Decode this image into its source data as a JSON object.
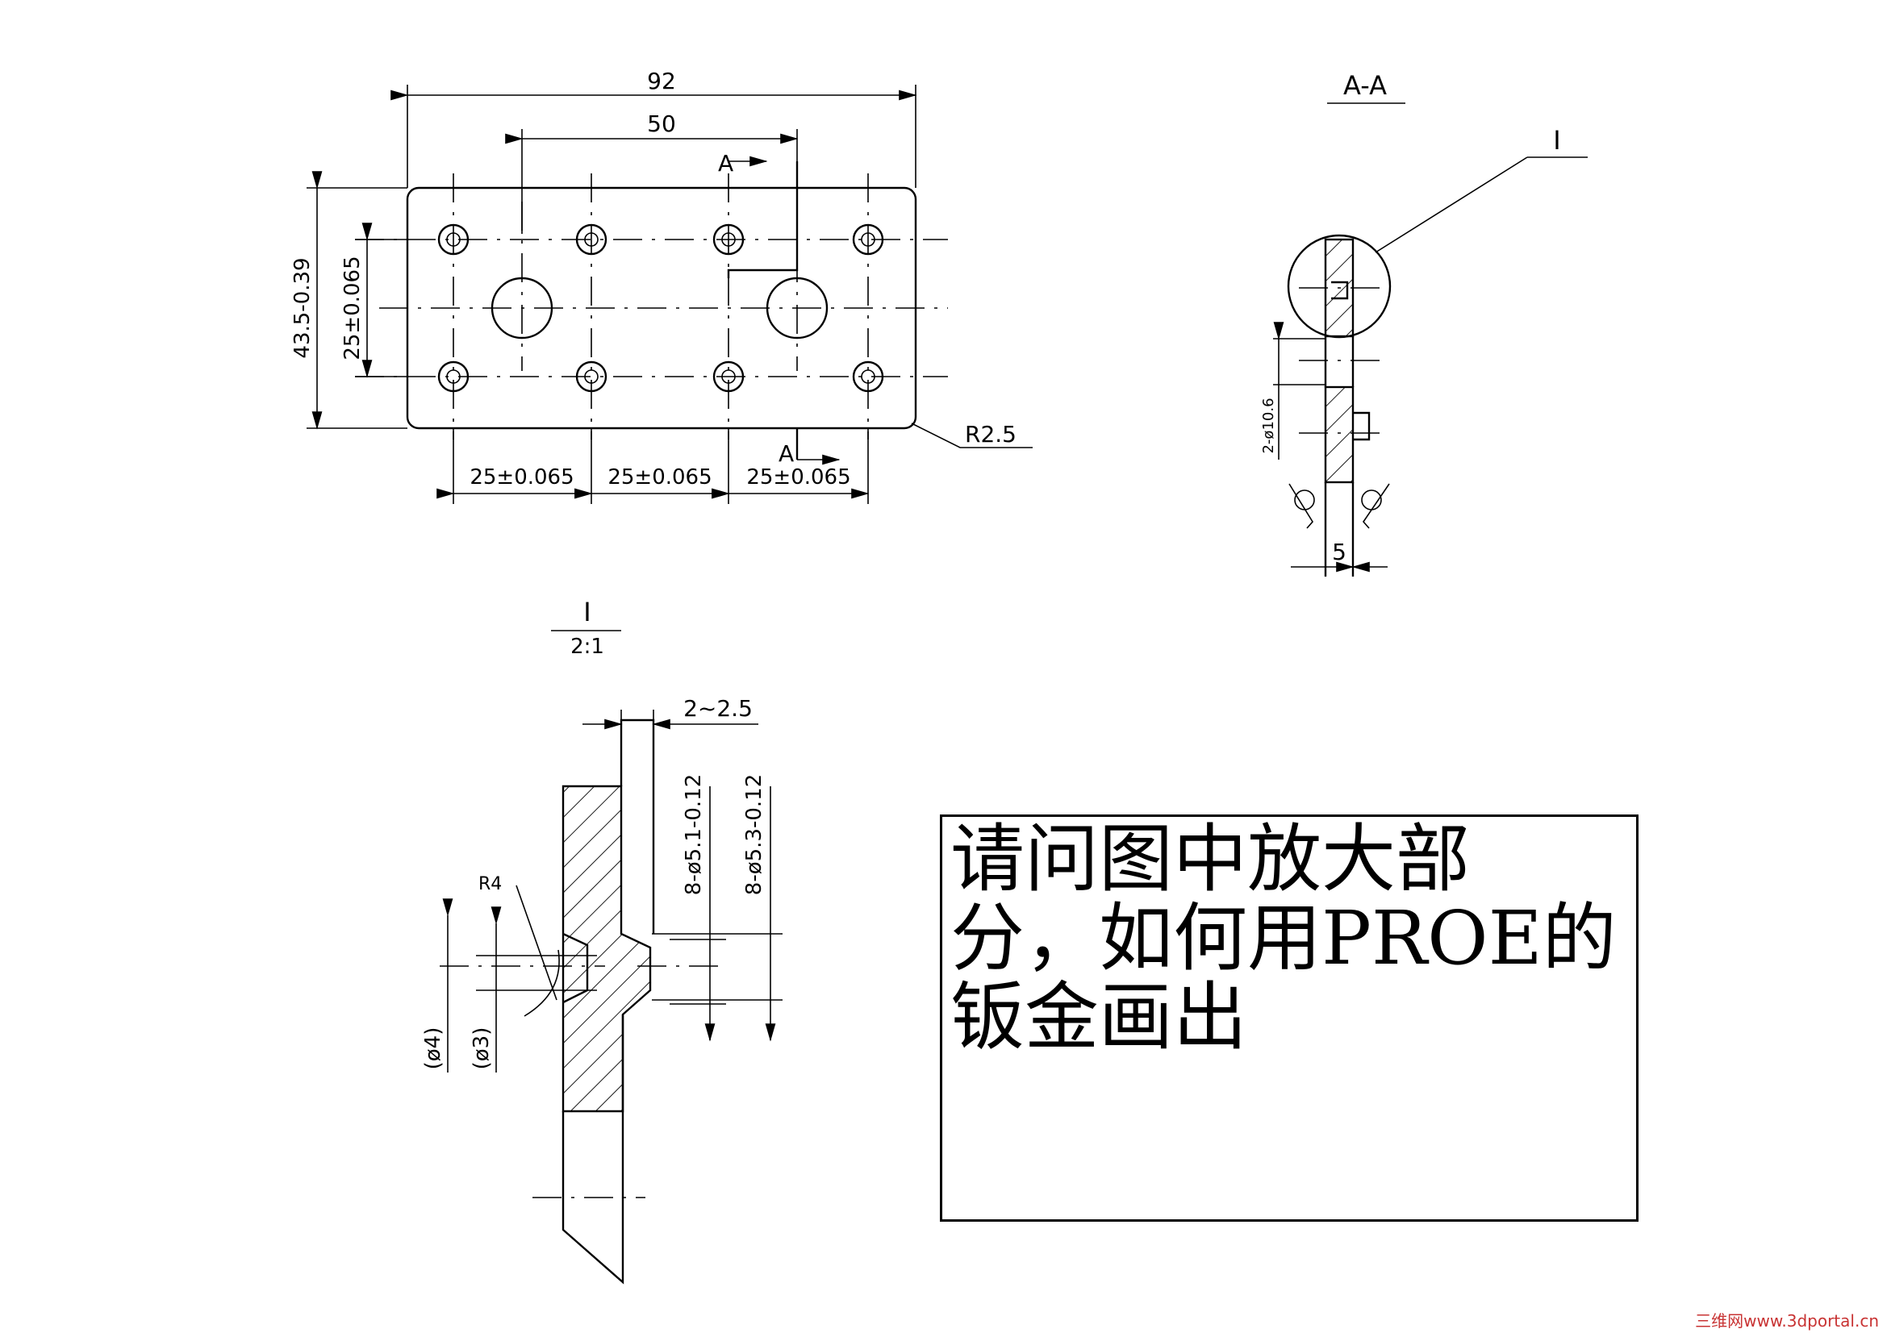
{
  "front_view": {
    "dim_overall_width": "92",
    "dim_hole_pitch": "50",
    "dim_height": "43.5-0.39",
    "dim_row_spacing": "25±0.065",
    "dim_pitch_1": "25±0.065",
    "dim_pitch_2": "25±0.065",
    "dim_pitch_3": "25±0.065",
    "dim_corner_radius": "R2.5",
    "section_marker_top": "A",
    "section_marker_bottom": "A"
  },
  "section_view": {
    "title": "A-A",
    "detail_callout": "I",
    "dim_hole_dia": "2-ø10.6",
    "dim_thickness": "5"
  },
  "detail_view": {
    "title": "I",
    "scale": "2:1",
    "dim_gap": "2~2.5",
    "dim_hole_a": "8-ø5.1-0.12",
    "dim_hole_b": "8-ø5.3-0.12",
    "dim_radius": "R4",
    "dim_d4": "(ø4)",
    "dim_d3": "(ø3)"
  },
  "question": {
    "line1": "请问图中放大部",
    "line2": "分，如何用PROE的",
    "line3": "钣金画出"
  },
  "watermark": "三维网www.3dportal.cn"
}
